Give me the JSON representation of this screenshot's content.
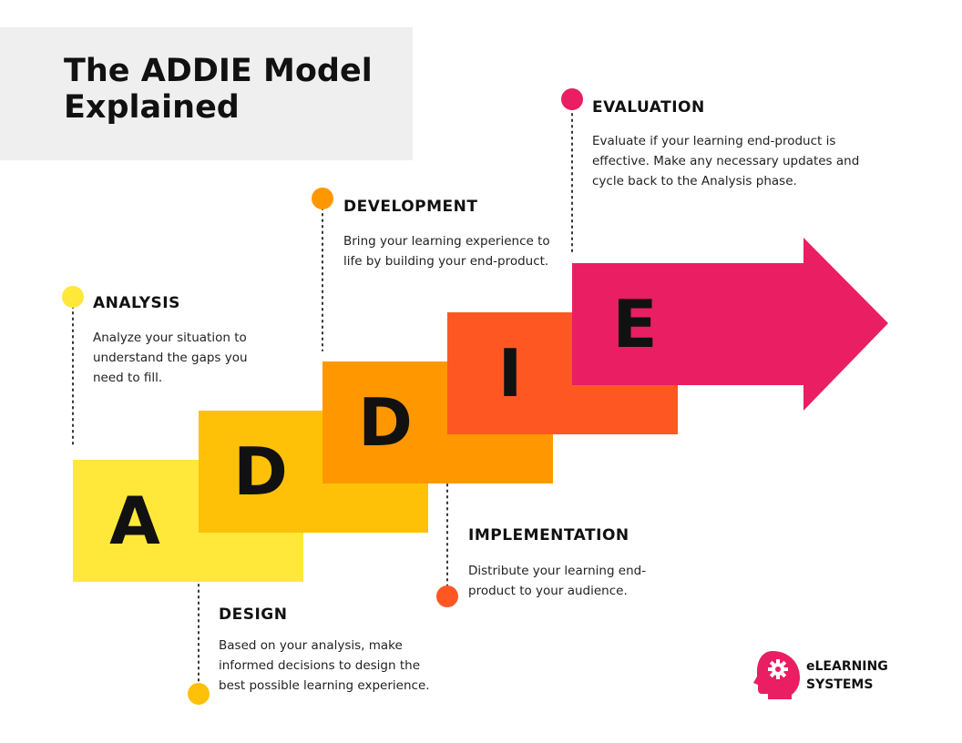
{
  "title": "The ADDIE Model Explained",
  "colors": {
    "analysis": "#FFE83A",
    "design": "#FFC107",
    "development": "#FF9800",
    "implementation": "#FF5722",
    "evaluation": "#E91E63"
  },
  "letters": [
    "A",
    "D",
    "D",
    "I",
    "E"
  ],
  "phases": {
    "analysis": {
      "title": "ANALYSIS",
      "desc": "Analyze your situation to understand the gaps you need to fill."
    },
    "design": {
      "title": "DESIGN",
      "desc": "Based on your analysis, make informed decisions to design the best possible learning experience."
    },
    "development": {
      "title": "DEVELOPMENT",
      "desc": "Bring your learning experience to life by building your end-product."
    },
    "implementation": {
      "title": "IMPLEMENTATION",
      "desc": "Distribute your learning end-product to your audience."
    },
    "evaluation": {
      "title": "EVALUATION",
      "desc": "Evaluate if your learning end-product is effective. Make any necessary updates and cycle back to the Analysis phase."
    }
  },
  "brand": {
    "name": "eLEARNING SYSTEMS",
    "icon": "head-gear-icon"
  }
}
